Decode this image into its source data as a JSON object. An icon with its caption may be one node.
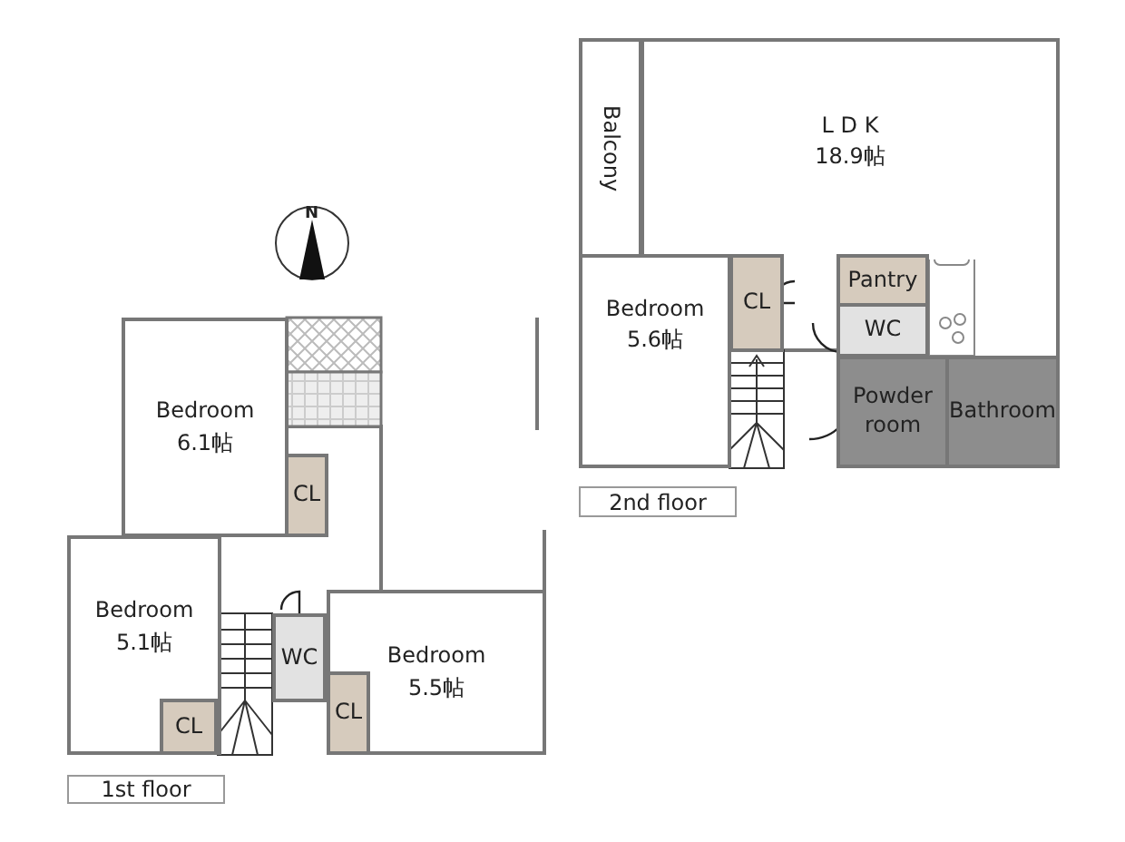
{
  "diagram": {
    "nodes": [
      {
        "text": [
          "Balcony"
        ]
      },
      {
        "text": [
          "L D K",
          "18.9帖"
        ]
      },
      {
        "text": [
          "Bedroom",
          "5.6帖"
        ]
      },
      {
        "text": [
          "CL"
        ]
      },
      {
        "text": [
          "Pantry"
        ]
      },
      {
        "text": [
          "WC"
        ]
      },
      {
        "text": [
          "Powder room"
        ]
      },
      {
        "text": [
          "Bathroom"
        ]
      },
      {
        "text": [
          "2nd floor"
        ]
      },
      {
        "text": [
          "Bedroom",
          "6.1帖"
        ]
      },
      {
        "text": [
          "CL"
        ]
      },
      {
        "text": [
          "Bedroom",
          "5.1帖"
        ]
      },
      {
        "text": [
          "WC"
        ]
      },
      {
        "text": [
          "Bedroom",
          "5.5帖"
        ]
      },
      {
        "text": [
          "CL"
        ],
        "in": 11
      },
      {
        "text": [
          "CL"
        ],
        "in": 13
      },
      {
        "text": [
          "1st floor"
        ]
      }
    ],
    "edges": [],
    "labels": [
      "N"
    ]
  }
}
